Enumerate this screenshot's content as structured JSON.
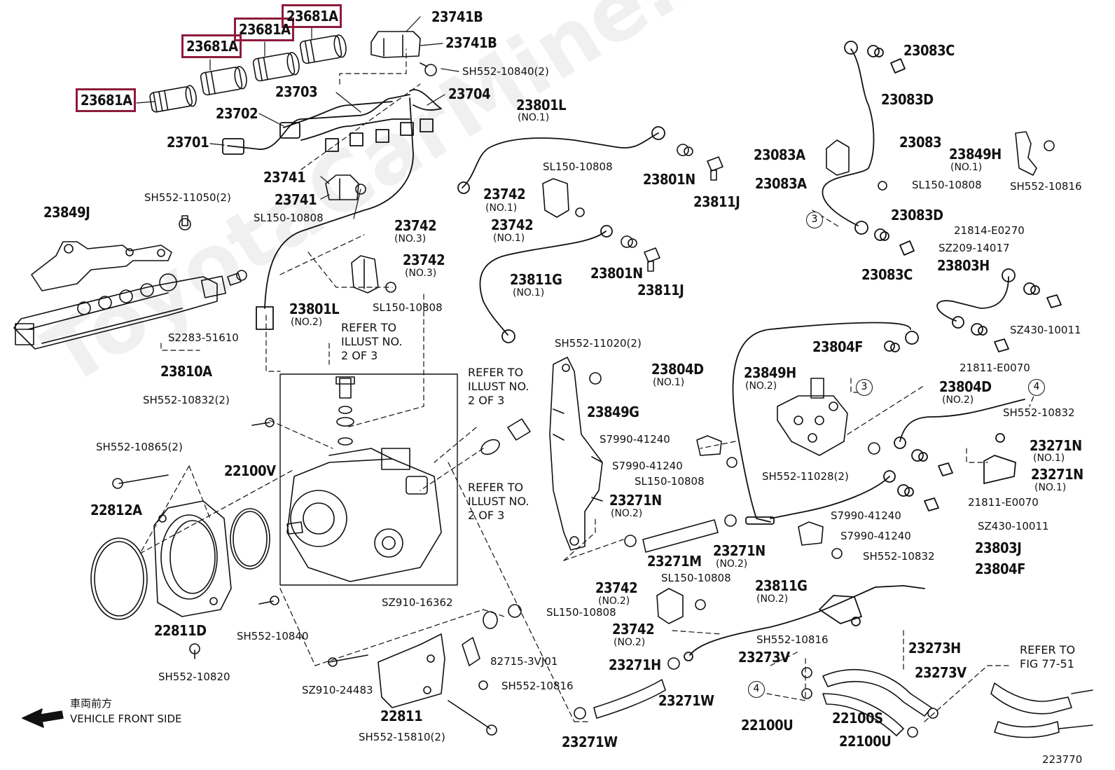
{
  "diagram": {
    "watermark": "ToyotaCarMine.ru",
    "figure_number": "223770",
    "vehicle_front_jp": "車両前方",
    "vehicle_front_en": "VEHICLE FRONT SIDE",
    "highlight_color": "#8e1b3b",
    "refer_1": [
      "REFER TO",
      "ILLUST NO.",
      "2 OF 3"
    ],
    "refer_2": [
      "REFER TO",
      "ILLUST NO.",
      "2 OF 3"
    ],
    "refer_3": [
      "REFER TO",
      "ILLUST NO.",
      "2 OF 3"
    ],
    "refer_fig": [
      "REFER TO",
      "FIG 77-51"
    ],
    "circle_refs": [
      "3",
      "3",
      "4",
      "4"
    ]
  },
  "labels": {
    "p23681A_1": "23681A",
    "p23681A_2": "23681A",
    "p23681A_3": "23681A",
    "p23681A_4": "23681A",
    "p23741B_1": "23741B",
    "p23741B_2": "23741B",
    "pSH552_10840_2": "SH552-10840(2)",
    "p23703": "23703",
    "p23704": "23704",
    "p23702": "23702",
    "p23701": "23701",
    "p23741_1": "23741",
    "p23741_2": "23741",
    "pSL150_10808_a": "SL150-10808",
    "p23849J": "23849J",
    "pSH552_11050_2": "SH552-11050(2)",
    "p23742_no3_a": "23742",
    "sub_no3_a": "(NO.3)",
    "p23742_no3_b": "23742",
    "sub_no3_b": "(NO.3)",
    "pSL150_10808_b": "SL150-10808",
    "p23801L_no2": "23801L",
    "sub_no2_23801L": "(NO.2)",
    "pS2283_51610": "S2283-51610",
    "p23810A": "23810A",
    "p23801L_no1": "23801L",
    "sub_no1_23801L": "(NO.1)",
    "pSL150_10808_c": "SL150-10808",
    "p23742_no1_a": "23742",
    "sub_no1_a": "(NO.1)",
    "p23742_no1_b": "23742",
    "sub_no1_b": "(NO.1)",
    "p23801N_a": "23801N",
    "p23811J_a": "23811J",
    "p23801N_b": "23801N",
    "p23811J_b": "23811J",
    "p23811G_no1": "23811G",
    "sub_no1_23811G": "(NO.1)",
    "p23083C_a": "23083C",
    "p23083D_a": "23083D",
    "p23083": "23083",
    "p23083A_a": "23083A",
    "p23083A_b": "23083A",
    "pSL150_10808_d": "SL150-10808",
    "p23849H_no1": "23849H",
    "sub_no1_23849H": "(NO.1)",
    "pSH552_10816_a": "SH552-10816",
    "p23083D_b": "23083D",
    "p23083C_b": "23083C",
    "p21814_E0270": "21814-E0270",
    "pSZ209_14017": "SZ209-14017",
    "p23803H": "23803H",
    "pSZ430_10011_a": "SZ430-10011",
    "p21811_E0070_a": "21811-E0070",
    "p23804F_a": "23804F",
    "pSH552_11020_2": "SH552-11020(2)",
    "p23804D_no1": "23804D",
    "sub_no1_23804D": "(NO.1)",
    "p23849H_no2": "23849H",
    "sub_no2_23849H": "(NO.2)",
    "p23804D_no2": "23804D",
    "sub_no2_23804D": "(NO.2)",
    "pSH552_10832_a": "SH552-10832",
    "p23849G": "23849G",
    "pSH552_10832_2": "SH552-10832(2)",
    "pSH552_10865_2": "SH552-10865(2)",
    "p22100V": "22100V",
    "p22812A": "22812A",
    "pS7990_41240_a": "S7990-41240",
    "pS7990_41240_b": "S7990-41240",
    "pSL150_10808_e": "SL150-10808",
    "pSH552_11028_2": "SH552-11028(2)",
    "p23271N_no1_a": "23271N",
    "sub_no1_23271N_a": "(NO.1)",
    "p23271N_no1_b": "23271N",
    "sub_no1_23271N_b": "(NO.1)",
    "p21811_E0070_b": "21811-E0070",
    "p23271N_no2_a": "23271N",
    "sub_no2_23271N_a": "(NO.2)",
    "pSZ430_10011_b": "SZ430-10011",
    "pS7990_41240_c": "S7990-41240",
    "pS7990_41240_d": "S7990-41240",
    "p23271M": "23271M",
    "p23271N_no2_b": "23271N",
    "sub_no2_23271N_b": "(NO.2)",
    "p23803J": "23803J",
    "pSH552_10832_b": "SH552-10832",
    "p23804F_b": "23804F",
    "p22811D": "22811D",
    "pSH552_10840": "SH552-10840",
    "pSZ910_16362": "SZ910-16362",
    "pSL150_10808_f": "SL150-10808",
    "p23742_no2_a": "23742",
    "sub_no2_23742_a": "(NO.2)",
    "pSL150_10808_g": "SL150-10808",
    "p23742_no2_b": "23742",
    "sub_no2_23742_b": "(NO.2)",
    "p23811G_no2": "23811G",
    "sub_no2_23811G": "(NO.2)",
    "pSH552_10816_b": "SH552-10816",
    "p23273H": "23273H",
    "p23273V_a": "23273V",
    "p23273V_b": "23273V",
    "pSH552_10820": "SH552-10820",
    "pSZ910_24483": "SZ910-24483",
    "p82715_3VJ01": "82715-3VJ01",
    "pSH552_10816_c": "SH552-10816",
    "p23271H": "23271H",
    "p23271W_a": "23271W",
    "p22811": "22811",
    "pSH552_15810_2": "SH552-15810(2)",
    "p23271W_b": "23271W",
    "p22100U_a": "22100U",
    "p22100S": "22100S",
    "p22100U_b": "22100U"
  }
}
